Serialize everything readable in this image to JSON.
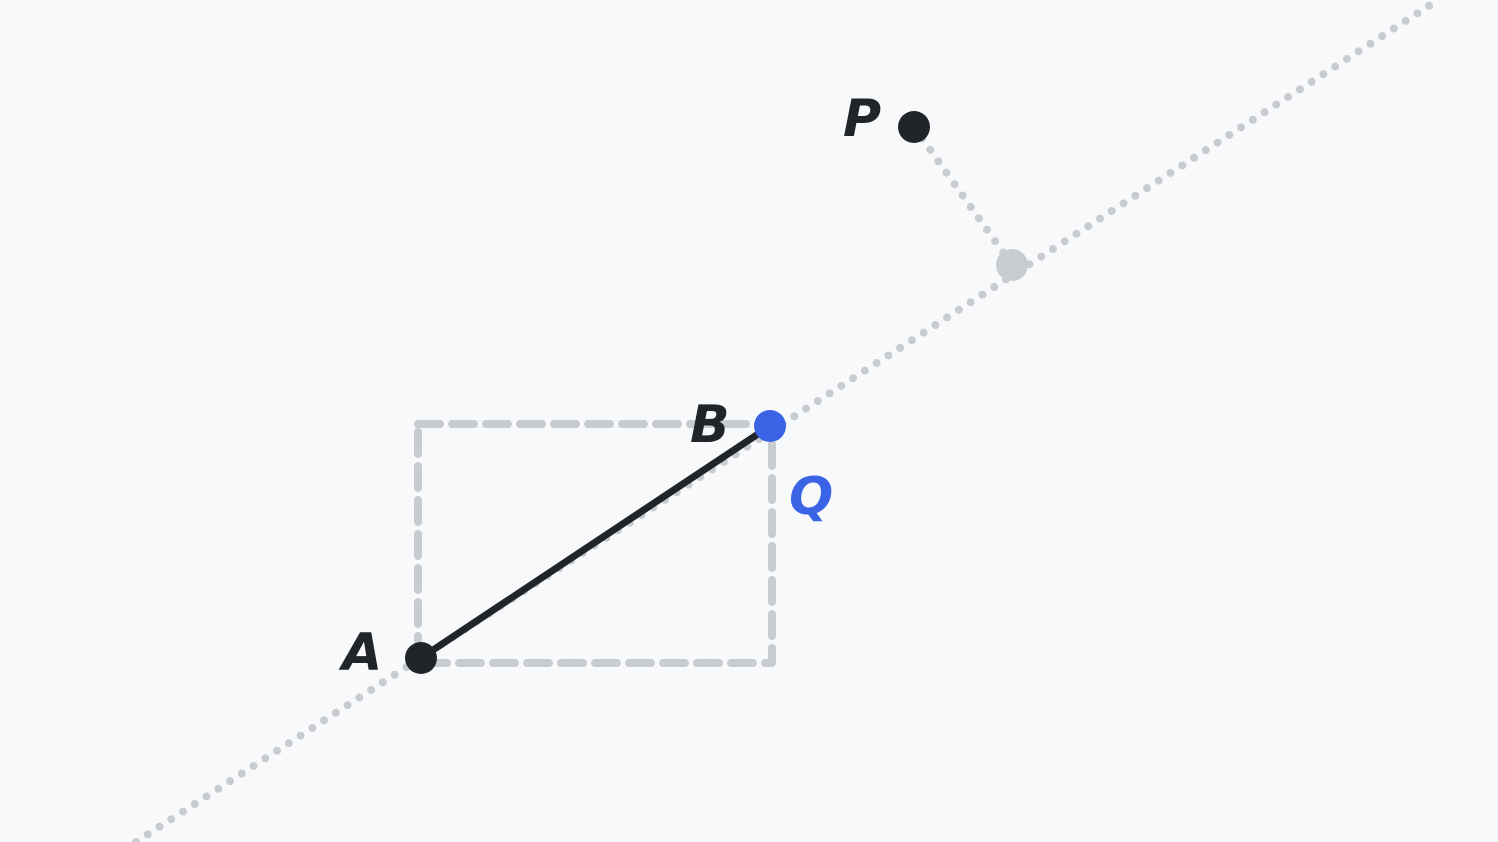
{
  "diagram": {
    "points": {
      "A": {
        "label": "A"
      },
      "B": {
        "label": "B"
      },
      "P": {
        "label": "P"
      }
    },
    "controlled_point_label": "Q",
    "colors": {
      "background": "#f8f9fa",
      "segment": "#212529",
      "point_dark": "#212529",
      "point_active": "#3b63e6",
      "guide": "#c8ccd1",
      "projection_point": "#c8ccd1"
    }
  }
}
